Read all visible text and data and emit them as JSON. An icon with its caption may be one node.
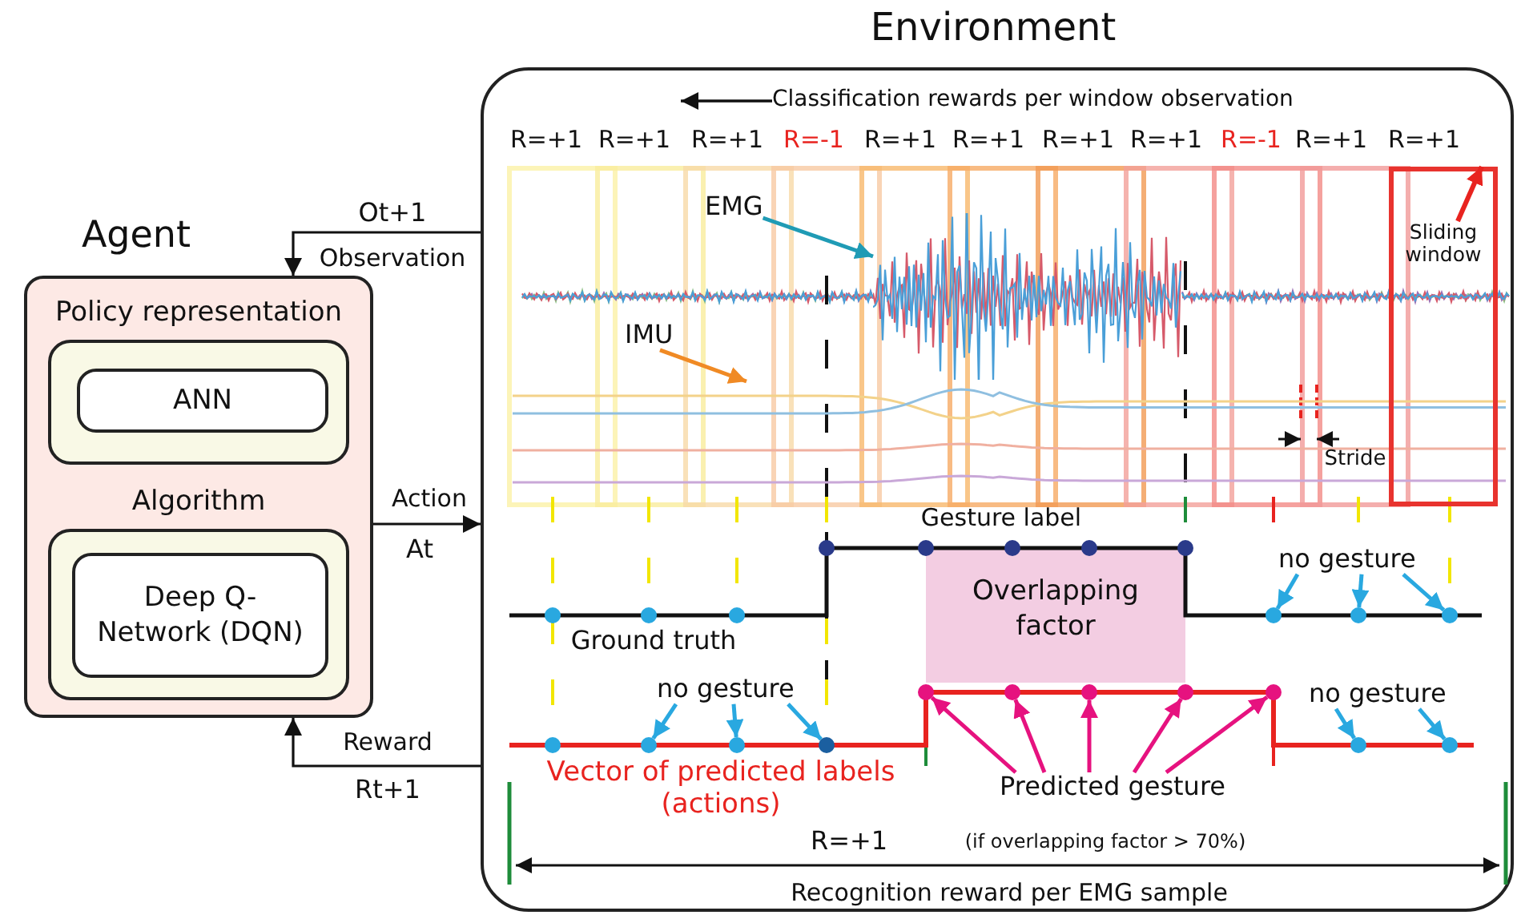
{
  "diagram": {
    "nodes": [
      {
        "text": [
          "Environment"
        ]
      },
      {
        "text": [
          "Agent"
        ]
      },
      {
        "text": [
          "Policy representation"
        ],
        "in": 1
      },
      {
        "text": [
          "ANN"
        ],
        "in": 2
      },
      {
        "text": [
          "Algorithm"
        ],
        "in": 1
      },
      {
        "text": [
          "Deep Q-Network (DQN)"
        ],
        "in": 4
      },
      {
        "text": [
          "Classification rewards per window observation"
        ],
        "in": 0
      },
      {
        "text": [
          "EMG"
        ],
        "in": 0
      },
      {
        "text": [],
        "shape": "picture",
        "in": 0
      },
      {
        "text": [
          "IMU"
        ],
        "in": 0
      },
      {
        "text": [],
        "shape": "picture",
        "in": 0
      },
      {
        "text": [],
        "shape": "box",
        "in": 0
      },
      {
        "text": [
          "Sliding window"
        ],
        "in": 11
      },
      {
        "text": [
          "no gesture"
        ],
        "in": 0
      },
      {
        "text": [],
        "shape": "circle",
        "in": 0
      },
      {
        "text": [],
        "shape": "circle",
        "in": 0
      },
      {
        "text": [],
        "shape": "circle",
        "in": 0
      },
      {
        "text": [
          "Overlapping factor"
        ],
        "in": 0
      },
      {
        "text": [
          "no gesture"
        ],
        "in": 0
      },
      {
        "text": [],
        "shape": "circle",
        "in": 0
      },
      {
        "text": [],
        "shape": "circle",
        "in": 0
      },
      {
        "text": [],
        "shape": "circle",
        "in": 0
      },
      {
        "text": [
          "no gesture"
        ],
        "in": 0
      },
      {
        "text": [],
        "shape": "circle",
        "in": 0
      },
      {
        "text": [],
        "shape": "circle",
        "in": 0
      },
      {
        "text": [
          "Predicted gesture"
        ],
        "in": 0
      },
      {
        "text": [],
        "shape": "circle",
        "in": 0
      },
      {
        "text": [],
        "shape": "circle",
        "in": 0
      },
      {
        "text": [],
        "shape": "circle",
        "in": 0
      },
      {
        "text": [],
        "shape": "circle",
        "in": 0
      },
      {
        "text": [],
        "shape": "circle",
        "in": 0
      }
    ],
    "edges": [
      {
        "from": 0,
        "to": 1,
        "arrow": "to",
        "label": "Ot+1",
        "color": "#111111"
      },
      {
        "from": 1,
        "to": 0,
        "arrow": "to",
        "label": "Action",
        "color": "#111111"
      },
      {
        "from": 0,
        "to": 1,
        "arrow": "to",
        "label": "Reward",
        "color": "#111111"
      },
      {
        "from": 6,
        "to": null,
        "arrow": "to",
        "color": "#111111"
      },
      {
        "from": 7,
        "to": 8,
        "arrow": "to",
        "color": "#1f9bb5"
      },
      {
        "from": 9,
        "to": 10,
        "arrow": "to",
        "color": "#f08a24"
      },
      {
        "from": 12,
        "to": 11,
        "arrow": "to",
        "color": "#e8231f"
      },
      {
        "from": 13,
        "to": 14,
        "arrow": "to",
        "color": "#29a8e0"
      },
      {
        "from": 13,
        "to": 15,
        "arrow": "to",
        "color": "#29a8e0"
      },
      {
        "from": 13,
        "to": 16,
        "arrow": "to",
        "color": "#29a8e0"
      },
      {
        "from": 18,
        "to": 19,
        "arrow": "to",
        "color": "#29a8e0"
      },
      {
        "from": 18,
        "to": 20,
        "arrow": "to",
        "color": "#29a8e0"
      },
      {
        "from": 18,
        "to": 21,
        "arrow": "to",
        "color": "#29a8e0"
      },
      {
        "from": 22,
        "to": 23,
        "arrow": "to",
        "color": "#29a8e0"
      },
      {
        "from": 22,
        "to": 24,
        "arrow": "to",
        "color": "#29a8e0"
      },
      {
        "from": 25,
        "to": 26,
        "arrow": "to",
        "color": "#e6127f"
      },
      {
        "from": 25,
        "to": 27,
        "arrow": "to",
        "color": "#e6127f"
      },
      {
        "from": 25,
        "to": 28,
        "arrow": "to",
        "color": "#e6127f"
      },
      {
        "from": 25,
        "to": 29,
        "arrow": "to",
        "color": "#e6127f"
      },
      {
        "from": 25,
        "to": 30,
        "arrow": "to",
        "color": "#e6127f"
      }
    ],
    "labels": [
      "Observation",
      "At",
      "Rt+1",
      "R=+1",
      "R=+1",
      "R=+1",
      "R=-1",
      "R=+1",
      "R=+1",
      "R=+1",
      "R=+1",
      "R=-1",
      "R=+1",
      "R=+1",
      "Stride",
      "Gesture label",
      "Ground truth",
      "Vector of predicted labels (actions)",
      "R=+1",
      "(if overlapping factor > 70%)",
      "Recognition reward per EMG sample"
    ]
  }
}
